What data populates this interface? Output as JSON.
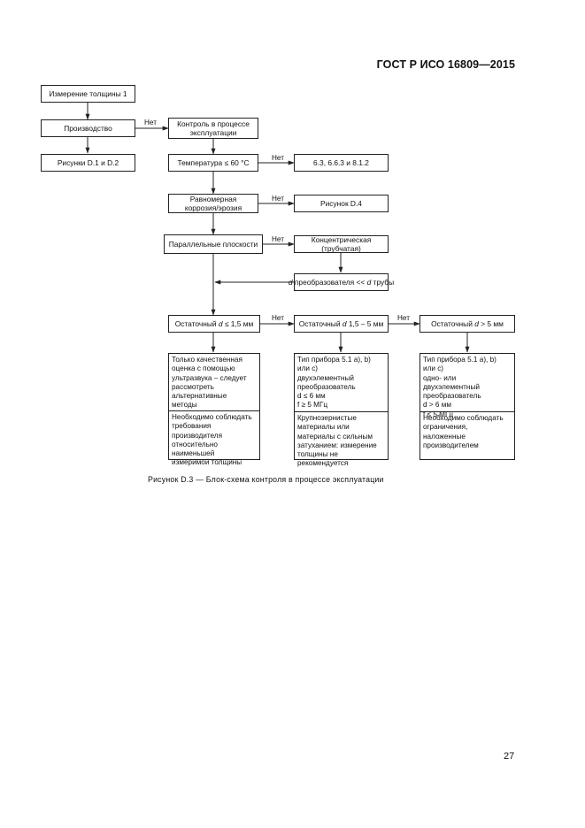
{
  "header": {
    "standard": "ГОСТ Р ИСО 16809—2015"
  },
  "page_number": "27",
  "caption": "Рисунок  D.3 — Блок-схема контроля в процессе эксплуатации",
  "flowchart": {
    "no_label": "Нет",
    "nodes": {
      "thickness": "Измерение толщины 1",
      "production": "Производство",
      "figures_d1_d2": "Рисунки D.1 и D.2",
      "inservice": "Контроль в процессе\nэксплуатации",
      "temperature": "Температура ≤ 60 °С",
      "ref_633": "6.3, 6.6.3 и 8.1.2",
      "uniform": "Равномерная\nкоррозия/эрозия",
      "fig_d4": "Рисунок D.4",
      "parallel": "Параллельные плоскости",
      "concentric": "Концентрическая (трубчатая)",
      "transducer_d_pre": "d",
      "transducer_d_text": " преобразователя << ",
      "transducer_d_mid": "d",
      "transducer_d_post": " трубы",
      "residual_small_pre": "Остаточный ",
      "residual_small_d": "d",
      "residual_small_post": " ≤ 1,5 мм",
      "residual_mid_pre": "Остаточный ",
      "residual_mid_d": "d",
      "residual_mid_post": " 1,5 – 5 мм",
      "residual_large_pre": "Остаточный ",
      "residual_large_d": "d",
      "residual_large_post": " > 5 мм"
    },
    "result_boxes": {
      "small": {
        "top": "Только качественная\nоценка с помощью\nультразвука – следует\nрассмотреть\nальтернативные\nметоды",
        "bottom": "Необходимо соблюдать\nтребования производителя\nотносительно наименьшей\nизмеримой толщины"
      },
      "mid": {
        "top": "Тип прибора 5.1 а), b)\nили с)\nдвухэлементный\nпреобразователь\nd ≤ 6 мм\nf ≥ 5 МГц",
        "bottom": "Крупнозернистые\nматериалы или\nматериалы с сильным\nзатуханием: измерение\nтолщины не рекомендуется"
      },
      "large": {
        "top": "Тип прибора 5.1 а), b)\nили с)\nодно- или двухэлементный\nпреобразователь\nd > 6 мм\nf ≤ 5 МГц",
        "bottom": "Необходимо соблюдать\nограничения, наложенные\nпроизводителем"
      }
    }
  }
}
